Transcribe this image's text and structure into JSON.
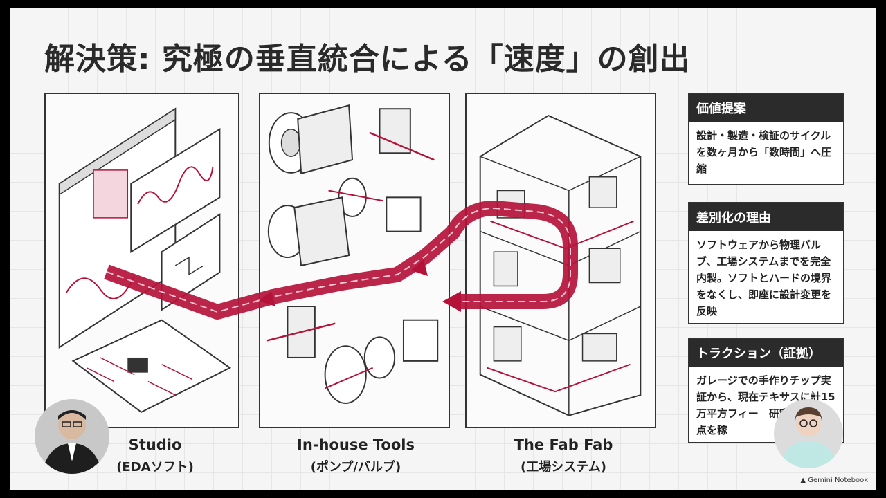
{
  "slide": {
    "title": "解決策: 究極の垂直統合による「速度」の創出",
    "panels": [
      {
        "caption_line1": "Studio",
        "caption_line2": "(EDAソフト)"
      },
      {
        "caption_line1": "In-house Tools",
        "caption_line2": "(ポンプ/バルブ)"
      },
      {
        "caption_line1": "The Fab Fab",
        "caption_line2": "(工場システム)"
      }
    ],
    "sidebar": [
      {
        "heading": "価値提案",
        "body": "設計・製造・検証のサイクルを数ヶ月から「数時間」へ圧縮"
      },
      {
        "heading": "差別化の理由",
        "body": "ソフトウェアから物理バルブ、工場システムまでを完全内製。ソフトとハードの境界をなくし、即座に設計変更を反映"
      },
      {
        "heading": "トラクション（証拠）",
        "body": "ガレージでの手作りチップ実証から、現在テキサスに計15万平方フィー　研究・量産拠点を稼"
      }
    ],
    "watermark": "Gemini Notebook"
  },
  "colors": {
    "accent": "#b5123a",
    "background": "#f5f5f5",
    "heading_bg": "#2b2b2b"
  },
  "icons": [
    "gemini-notebook-icon"
  ]
}
